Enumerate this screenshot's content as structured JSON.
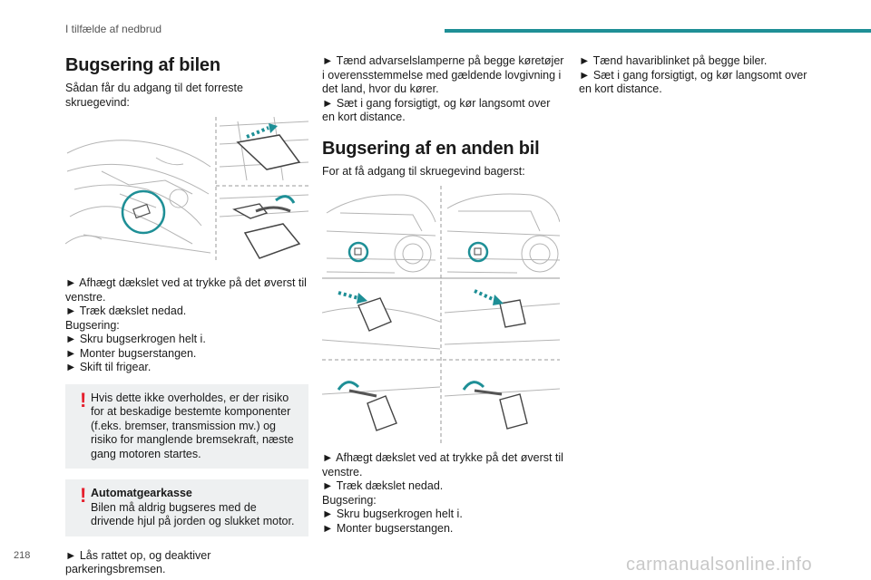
{
  "header": {
    "section": "I tilfælde af nedbrud",
    "accent": "#1e8f96"
  },
  "page_number": "218",
  "watermark": "carmanualsonline.info",
  "col1": {
    "title": "Bugsering af bilen",
    "intro": "Sådan får du adgang til det forreste skruegevind:",
    "steps": [
      "► Afhægt dækslet ved at trykke på det øverst til venstre.",
      "► Træk dækslet nedad.",
      "Bugsering:",
      "► Skru bugserkrogen helt i.",
      "► Monter bugserstangen.",
      "► Skift til frigear."
    ],
    "warning1": "Hvis dette ikke overholdes, er der risiko for at beskadige bestemte komponenter (f.eks. bremser, transmission mv.) og risiko for manglende bremsekraft, næste gang motoren startes.",
    "warning2_title": "Automatgearkasse",
    "warning2_text": "Bilen må aldrig bugseres med de drivende hjul på jorden og slukket motor.",
    "final_step": "► Lås rattet op, og deaktiver parkeringsbremsen."
  },
  "col2": {
    "steps_top": [
      "► Tænd advarselslamperne på begge køretøjer i overensstemmelse med gældende lovgivning i det land, hvor du kører.",
      "► Sæt i gang forsigtigt, og kør langsomt over en kort distance."
    ],
    "title": "Bugsering af en anden bil",
    "intro": "For at få adgang til skruegevind bagerst:",
    "steps": [
      "► Afhægt dækslet ved at trykke på det øverst til venstre.",
      "► Træk dækslet nedad.",
      "Bugsering:",
      "► Skru bugserkrogen helt i.",
      "► Monter bugserstangen."
    ]
  },
  "col3": {
    "steps": [
      "► Tænd havariblinket på begge biler.",
      "► Sæt i gang forsigtigt, og kør langsomt over en kort distance."
    ]
  },
  "colors": {
    "warning_bang": "#e5202e",
    "callout_teal": "#1e8f96"
  }
}
